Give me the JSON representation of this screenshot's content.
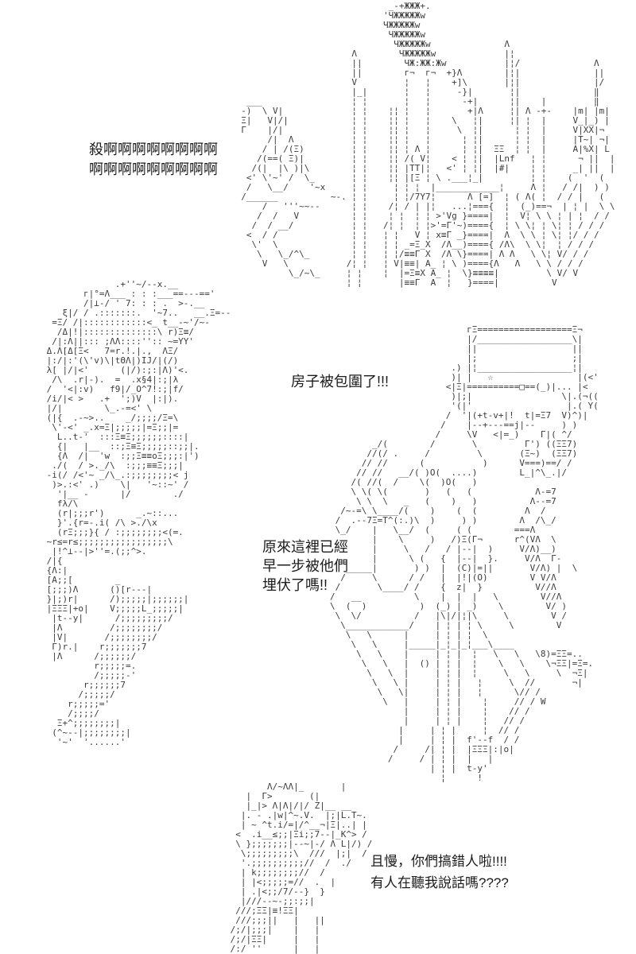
{
  "page": {
    "background": "#ffffff",
    "art_color": "#3a3a3a",
    "text_color": "#1b1b1b"
  },
  "dialogue": {
    "scream_line1": "殺啊啊啊啊啊啊啊啊",
    "scream_line2": "啊啊啊啊啊啊啊啊啊",
    "surrounded": "房子被包圍了!!!",
    "ambush_line1": "原來這裡已經",
    "ambush_line2": "早一步被他們",
    "ambush_line3": "埋伏了嗎!!",
    "wait_line1": "且慢，你們搞錯人啦!!!!",
    "wait_line2": "有人在聽我說話嗎????"
  },
  "art": {
    "castle": "                              _-+ЖЖЖ+.\n                             'ЧЖЖЖЖЖw\n                             ЧЖЖЖЖЖw\n                              ЧЖЖЖЖЖw\n                               ЧЖЖЖЖЖw              Λ\n                       Λ        ЧЖЖЖЖЖw             |¦\n                       ||        ЧЖ:ЖЖ:Жw           |¦/              Λ\n                       ||        г¬  г¬  +}Λ        |¦|              ||\n                       V         ¦   ¦    +]\\       |¦|              |/\n                       |_|       ¦   ¦     -}|       ¦|              ‖\n   ___                 ¦ ¦       ¦   ¦      -+|      ¦|    |         ‖\n  -)  \\ V|             ¦ ¦    ¦¦ ¦   ¦       +|Λ     ¦| Λ -+-    |m| |m|\n  Ξ|   V|/|            ¦ ¦    ¦¦ ¦   ¦    \\   ¦|     ¦| ¦  |     V_|_) |\n  Γ    |/|             ¦ ¦    ¦¦ ¦   ¦     \\  ¦|      ¦ ¦  |     V|XX|¬\n       /|  Λ           ¦ ¦    ¦¦ ¦   ¦      ¦ ¦|      ¦ ¦  |     |T~| ¬|\n      / | /(Ξ)         ¦ ¦    ¦¦ ¦ Λ ¦      ¦ ¦|  ΞΞ  ¦ ¦  |     A|%X| L\n     /(==( Ξ)|         ¦ ¦    ¦¦ /( V¦    < ¦ ¦|  |Lnf   ¦ ¦      ¬ ||  |\n    /(|  |\\ )|\\        ¦ ¦    ¦¦ |TT|¦   <' ¦ ¦|  |#|    ¦ ¦     _| ||  |\n   <' \\'~' /  \\_       ¦ ¦    ¦¦ |[Ξ ¦ \\ .___¦_|         ¦ ¦    (  '  (\n   /   \\__/    '~x     ¦ ¦     ¦ ¦ ¦  |____________¦     Λ ¦   / /|  ) )\n  /______          ~-. ¦ ¦     ¦ ¦/7Y7¦      Λ [=]  ¦ ( Λ( ¦  / / |   (\n      /   '''~~--      ¦ ¦    /¦ / | |¦   ...¦==={  ¦  (_)==¬  | ¦ |  \\ \\\n     /  /   V          ¦ ¦    ¦ ¦  ¦ ¦ >'Vg }====|  ¦  V¦ \\ \\ ¦ | ¦  / /\n    /  / __/           ¦ ¦   /¦ ¦  ¦ ¦>'=Γ'~)===={  ¦ \\ \\¦ ¦ \\¦ ¦ / / /\n   <  / /              ¦ ¦   ¦ ¦   V ¦ x≡Γ _}====|  Λ  \\ \\ ¦ \\¦ ¦/ / /\n    \\'  \\              ¦ ¦   ¦ ¦ _=Ξ_X  /Λ__)===={ /Λ\\  \\ \\¦  ¦ / / /\n     \\   \\_/^\\_        ¦ ¦   ¦ ¦/≡≡Γ X  /Λ \\}====| Λ Λ   \\ \\¦ V/ / /\n      V   \\           /¦ ¦   ¦ V|≡≡| A_ ¦ \\ )===={Λ   Λ   \\ \\ / / /\n           \\_/~\\_     ¦ ¦    ¦  |=Ξ≡X A_ ¦  \\}≡≡≡≡|         \\ V/ V\n                      ¦ ¦       |≡≡Γ  A  ¦   }====|          V",
    "warrior": "              .+''~/--x.__\n        г|°=Λ___ : : :___==---=='\n        /|⊥-/ ' 7: : : .  >-.__\n    ξ|/ / .:::::::.  '~7..   __.Ξ=--\n  =Ξ/ /|::::::::::::<_ t__-~'/~-\n   /Δ|!|::::::::::::::\\ r)Ξ≡/\n  /|:Λ||::: ;ΛΛ::::'':: ~=YY'\n Δ.Λ[Δ[Ξ<   7=r.!.|.,  ΛΞ/\n |:/|:'(\\'v)\\|tΘΛ|)IJ/|(/)\n λ[ |/|<'      (|/):;:|Λ)'<.\n  /\\  .r|-).  =  .x§4|:;|λ\n /  '<|:v)   f9|/_O^7!:;|f/\n /i/|< >   .+  ';)V  |:|).\n |/|        \\_.-=<' \\\n (|{  .-~>..    _/;;;;/Ξ=\\\n  \\'-<' _.x=Ξ|;;;;;|=Ξ;;|=\n   L..t-'  :::Ξ≡Ξ;;;;;;::::|\n   {|   |__  ::;Ξ≡Ξ;;;;;::;;|.\n   {Λ  /|  'w  :;;Ξ≡≡oΞ;;;:|')\n  ./(  / >._/\\  :;;;≡≡Ξ;;;|\n -i(/ /<'~ _/\\_.:;;;;;;;;< j\n  )>.:<' .)    \\|   '~::~' /\n   '|__ -      |/        ./\n   fλ/\\\n   (r|;;;r')      _.~::...\n   }'.{r=-.i( /\\ >./\\x\n   (rΞ;;;}{ / :;;;;;;;;<(=.\n ~r≤=r≤;;;;;;;;;;;;;;;;;\\\n  |!^⊥--|>''=.(;;^>.\n /|{\n {Λ:|\n [A;;[        _\n [;;;)Λ      ()[r---|\n }|;)r|      /);;;;;|;;;;;;|\n |ΞΞΞ|+o|    V;;;;;L_;;;;;|\n  |t--y|      /;;;;;;;;;/\n  |Λ         /;;;;;;;;/\n  |V|       /;;;;;;;;/\n  Γ)r.|    r;;;;;;;7\n  |Λ      /;;;;;;/\n          r;;;;;=.\n          /;;;;;-'\n        r;;;;;;7\n       /;;;;;/\n     r;;;;;='\n     /;;;;/\n   Ξ+^;;;;;;;;|\n  (^~--|;;;;;;;;|\n   '~'  '......'",
    "mecha": "\n\n                          гΞ==================Ξ¬\n                          |/__________________\\|\n                          ||                  ||\n                          |;                  ;|\n                       .) |¦__________________¦|\n                       )| |   ☆                |(<'\n                      <|Ξ|==========□==(_)|... |<\n                       )|;|                 \\|.(¬((\n                       '(|'                  |.( Y(\n                      /  '|(+t-v+|!  t|=Ξ7  V)^)|\n                     /    |--+---==j|--     ) )\n                    /     \\V   <|=_)    Γ|( ^/\n        _/(        /       \\         Γ') ((ΞΞ7)\n       //(/ .     /         \\       (Ξ~)  (ΞΞ7)\n      // //      (           )      V===)==/ /\n     // //   __/( )Ο(  ....)        L_|^\\_.|/\n    /( //(  /    \\(  )O(   )\n    \\ \\( \\(       )   (   (            Λ-=7\n     \\ \\  \\   _   (    )   )          Λ--=7\n  /~-=\\ \\____/(    )    (  (         Λ  /\n /  .--7Ξ=T^(:.)\\  )     ) )        Λ  /\\_/\n \\_/    |   \\__/  (     ( (        ===Λ\n        |    \\     )   /)Ξ(Γ¬      r^(VΛ  \\\n        |     \\   /   / |--|  )     V/Λ)__)\n        |      \\ (   {  |--|  }.     V/Λ  Γ-\n   _____|       ) )  |  (C)|=||       V/Λ) |  \\\n  /     \\      / /   |  |!|(O)        V V/Λ\n /       \\____/ /    {  z|  }          V//Λ\n/   __          \\    |  |  |   \\        V//Λ\n\\  (  )          )  (_) | _)    \\        V/ )\n \\  \\/          /   |\\|/|¦|\\     \\        V /\n  \\____________/    | ¦ | ¦ \\     \\        V\n   \\   \\      |     | ¦ | ¦  \\\n    \\   \\     |_____|_¦_|_¦___\\____\n     \\   \\    |     | ¦ |  ¦   \\   \\   \\8)=ΞΞ=..\n      \\   \\   |  () | ¦ |  ¦    \\   \\    \\¬ΞΞ|=Ξ=.\n       \\   \\  |     | ¦ |  ¦     \\   \\     \\  ¬Ξ|\n        \\   \\ |     | ¦ |   ¦     \\  //       ¬|\n         \\   \\|     | ¦ |   ¦      \\// /\n          \\   |     | ¦ |    ¦     // / W\n              |     | ¦ |    ¦    // /\n              |     | ¦ |    ¦   // /\n             |     | ¦ |     ¦  // /\n             |     | ¦ |  f'--f  / /\n            /     /| ¦ |  |ΞΞΞ|:|o|\n           /     / | ¦ |  |   |\n                   | ¦ |  t-y'\n                     ¦      !",
    "figure": "        Λ/~ΛΛ|_       |\n    |  Γ>       (|\n    |_|> Λ|Λ|/|/ Z|__ __\n   |. - .|w|^~.V.  |;|L.T~.\n   | ~ ^t.i/=|/^__¬|Ξ|..| |\n  <  .i__≤;;|Ξi;;7--|_K^> /\n  \\ };;;;;;;|--~|-/ Λ L|/) /\n   \\;;;;;;;;;\\  ///  |;|  /\n   '.;;;;;;;;;;//  /  ./\n   | k;;;;;;;;//  /\n   | |<;;;;;=//  .  |\n   | .|<;;/7/--}  }\n   |///--~-;;:;;|\n  ///;ΞΞ|≡!ΞΞ|\n  ///;;;||   |   ||\n /;/|;;;|    |   |\n /;/|ΞΞ|     |   |\n /:/ ''      |   |"
  }
}
